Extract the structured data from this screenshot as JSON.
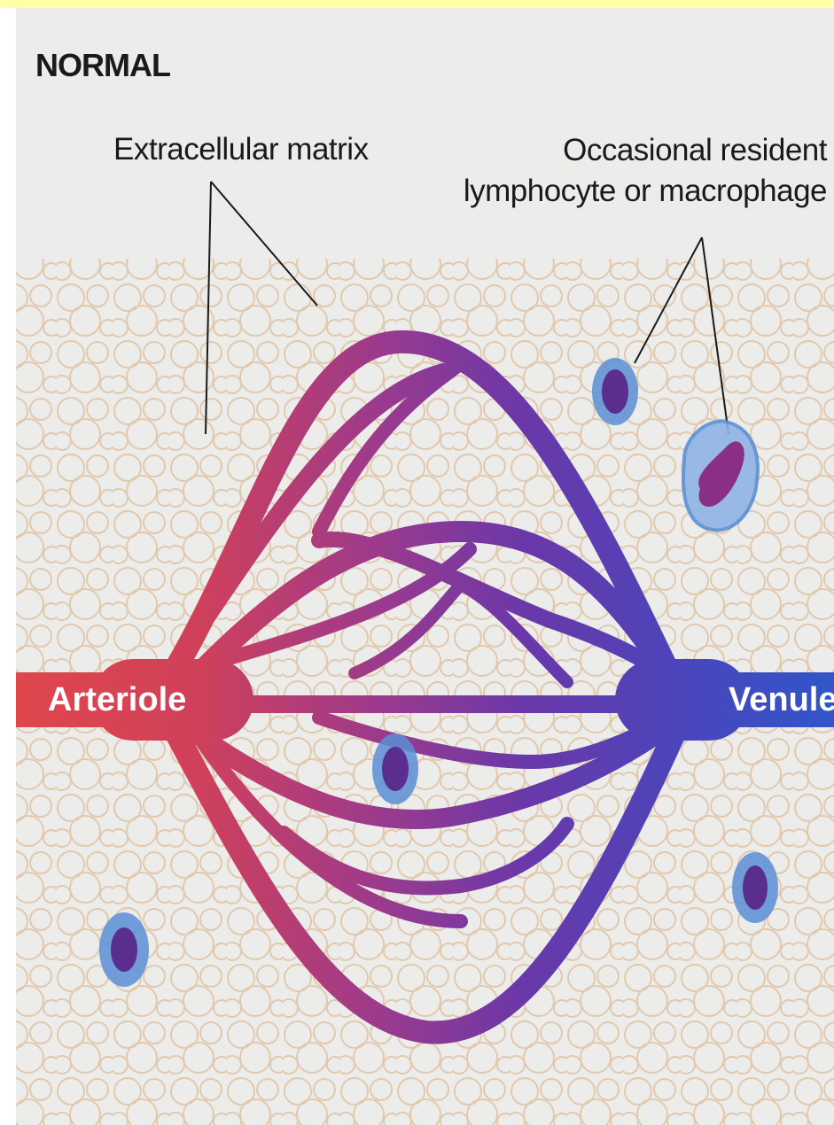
{
  "title": "NORMAL",
  "labels": {
    "extracellular_matrix": "Extracellular matrix",
    "cell_line1": "Occasional resident",
    "cell_line2": "lymphocyte or macrophage",
    "arteriole": "Arteriole",
    "venule": "Venule"
  },
  "colors": {
    "background": "#ececea",
    "top_strip": "#ffffa8",
    "matrix_fiber": "#e2c9ad",
    "arteriole": "#e0474b",
    "capillary_mid": "#7a3aa8",
    "venule": "#3056c8",
    "cell_halo": "#5a8fd6",
    "cell_nucleus": "#5a2e8e",
    "macrophage_nucleus": "#8a2f86"
  }
}
